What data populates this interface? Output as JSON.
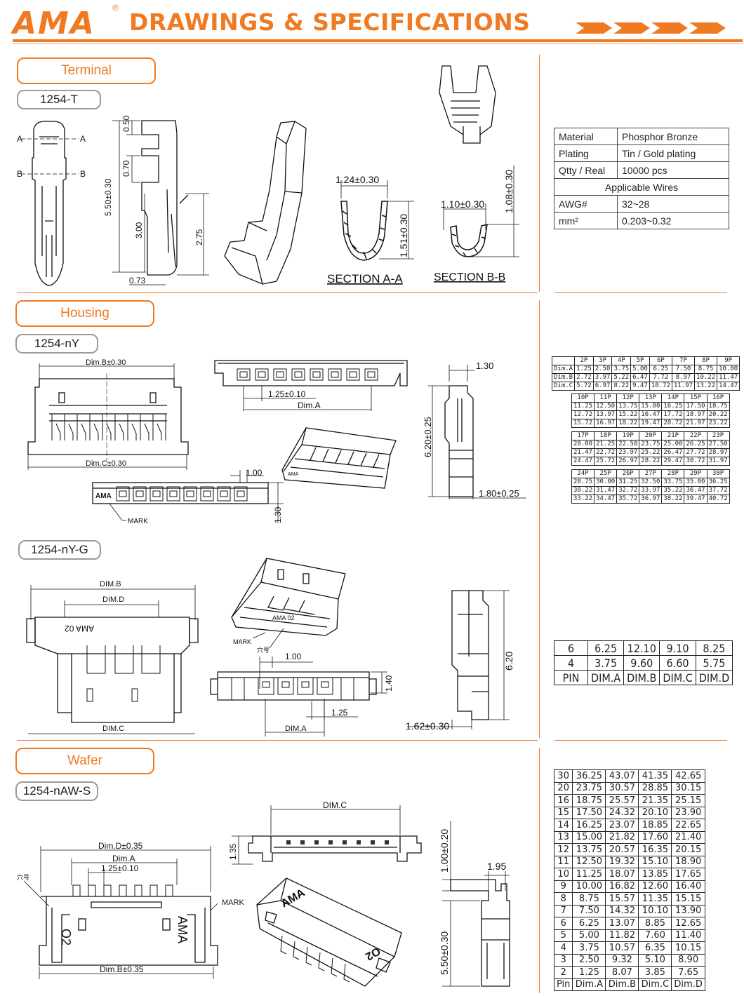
{
  "header": {
    "logo": "AMA",
    "registered": "®",
    "title": "DRAWINGS & SPECIFICATIONS"
  },
  "sections": {
    "terminal": {
      "label": "Terminal",
      "part": "1254-T"
    },
    "housing": {
      "label": "Housing",
      "part": "1254-nY",
      "part_g": "1254-nY-G"
    },
    "wafer": {
      "label": "Wafer",
      "part": "1254-nAW-S"
    }
  },
  "terminal_dims": {
    "a_a": "A",
    "b_b": "B",
    "d050": "0.50",
    "d070": "0.70",
    "d550": "5.50±0.30",
    "d300": "3.00",
    "d275": "2.75",
    "d073": "0.73",
    "d124": "1.24±0.30",
    "d151": "1.51±0.30",
    "sec_a": "SECTION A-A",
    "d110": "1.10±0.30",
    "d108": "1.08±0.30",
    "sec_b": "SECTION B-B"
  },
  "spec": {
    "material_label": "Material",
    "material": "Phosphor Bronze",
    "plating_label": "Plating",
    "plating": "Tin / Gold plating",
    "qtty_label": "Qtty / Real",
    "qtty": "10000 pcs",
    "wires_label": "Applicable Wires",
    "awg_label": "AWG#",
    "awg": "32~28",
    "mm2_label": "mm²",
    "mm2": "0.203~0.32"
  },
  "housing_dims": {
    "dimb": "Dim.B±0.30",
    "dimc": "Dim.C±0.30",
    "d125": "1.25±0.10",
    "dima": "Dim.A",
    "d100": "1.00",
    "d130v": "1.30",
    "mark": "MARK",
    "ama": "AMA",
    "d130": "1.30",
    "d620": "6.20±0.25",
    "d180": "1.80±0.25"
  },
  "housing_table": {
    "rows": [
      [
        "",
        "2P",
        "3P",
        "4P",
        "5P",
        "6P",
        "7P",
        "8P",
        "9P"
      ],
      [
        "Dim.A",
        "1.25",
        "2.50",
        "3.75",
        "5.00",
        "6.25",
        "7.50",
        "8.75",
        "10.00"
      ],
      [
        "Dim.B",
        "2.72",
        "3.97",
        "5.22",
        "6.47",
        "7.72",
        "8.97",
        "10.22",
        "11.47"
      ],
      [
        "Dim.C",
        "5.72",
        "6.97",
        "8.22",
        "9.47",
        "10.72",
        "11.97",
        "13.22",
        "14.47"
      ]
    ],
    "blocks": [
      [
        [
          "10P",
          "11P",
          "12P",
          "13P",
          "14P",
          "15P",
          "16P"
        ],
        [
          "11.25",
          "12.50",
          "13.75",
          "15.00",
          "16.25",
          "17.50",
          "18.75"
        ],
        [
          "12.72",
          "13.97",
          "15.22",
          "16.47",
          "17.72",
          "18.97",
          "20.22"
        ],
        [
          "15.72",
          "16.97",
          "18.22",
          "19.47",
          "20.72",
          "21.97",
          "23.22"
        ]
      ],
      [
        [
          "17P",
          "18P",
          "19P",
          "20P",
          "21P",
          "22P",
          "23P"
        ],
        [
          "20.00",
          "21.25",
          "22.50",
          "23.75",
          "25.00",
          "26.25",
          "27.50"
        ],
        [
          "21.47",
          "22.72",
          "23.97",
          "25.22",
          "26.47",
          "27.72",
          "28.97"
        ],
        [
          "24.47",
          "25.72",
          "26.97",
          "28.22",
          "29.47",
          "30.72",
          "31.97"
        ]
      ],
      [
        [
          "24P",
          "25P",
          "26P",
          "27P",
          "28P",
          "29P",
          "30P"
        ],
        [
          "28.75",
          "30.00",
          "31.25",
          "32.50",
          "33.75",
          "35.00",
          "36.25"
        ],
        [
          "30.22",
          "31.47",
          "32.72",
          "33.97",
          "35.22",
          "36.47",
          "37.72"
        ],
        [
          "33.22",
          "34.47",
          "35.72",
          "36.97",
          "38.22",
          "39.47",
          "40.72"
        ]
      ]
    ]
  },
  "housing_g_dims": {
    "dimb": "DIM.B",
    "dimd": "DIM.D",
    "dimc": "DIM.C",
    "ama_mirror": "AMA 02",
    "ama02": "AMA 02",
    "mark": "MARK",
    "cn": "穴号",
    "d100": "1.00",
    "d140": "1.40",
    "d125": "1.25",
    "dima": "DIM.A",
    "d620": "6.20",
    "d162": "1.62±0.30"
  },
  "housing_g_table": {
    "rows": [
      [
        "6",
        "6.25",
        "12.10",
        "9.10",
        "8.25"
      ],
      [
        "4",
        "3.75",
        "9.60",
        "6.60",
        "5.75"
      ],
      [
        "PIN",
        "DIM.A",
        "DIM.B",
        "DIM.C",
        "DIM.D"
      ]
    ]
  },
  "wafer_dims": {
    "dimd": "Dim.D±0.35",
    "dima": "Dim.A",
    "d125": "1.25±0.10",
    "dimb": "Dim.B±0.35",
    "mark": "MARK",
    "cn": "穴号",
    "o2": "O2",
    "ama": "AMA",
    "dimc": "DIM.C",
    "d135": "1.35",
    "d100": "1.00±0.20",
    "d195": "1.95",
    "d550": "5.50±0.30"
  },
  "wafer_table": {
    "rows": [
      [
        "30",
        "36.25",
        "43.07",
        "41.35",
        "42.65"
      ],
      [
        "20",
        "23.75",
        "30.57",
        "28.85",
        "30.15"
      ],
      [
        "16",
        "18.75",
        "25.57",
        "21.35",
        "25.15"
      ],
      [
        "15",
        "17.50",
        "24.32",
        "20.10",
        "23.90"
      ],
      [
        "14",
        "16.25",
        "23.07",
        "18.85",
        "22.65"
      ],
      [
        "13",
        "15.00",
        "21.82",
        "17.60",
        "21.40"
      ],
      [
        "12",
        "13.75",
        "20.57",
        "16.35",
        "20.15"
      ],
      [
        "11",
        "12.50",
        "19.32",
        "15.10",
        "18.90"
      ],
      [
        "10",
        "11.25",
        "18.07",
        "13.85",
        "17.65"
      ],
      [
        "9",
        "10.00",
        "16.82",
        "12.60",
        "16.40"
      ],
      [
        "8",
        "8.75",
        "15.57",
        "11.35",
        "15.15"
      ],
      [
        "7",
        "7.50",
        "14.32",
        "10.10",
        "13.90"
      ],
      [
        "6",
        "6.25",
        "13.07",
        "8.85",
        "12.65"
      ],
      [
        "5",
        "5.00",
        "11.82",
        "7.60",
        "11.40"
      ],
      [
        "4",
        "3.75",
        "10.57",
        "6.35",
        "10.15"
      ],
      [
        "3",
        "2.50",
        "9.32",
        "5.10",
        "8.90"
      ],
      [
        "2",
        "1.25",
        "8.07",
        "3.85",
        "7.65"
      ],
      [
        "Pin",
        "Dim.A",
        "Dim.B",
        "Dim.C",
        "Dim.D"
      ]
    ]
  }
}
